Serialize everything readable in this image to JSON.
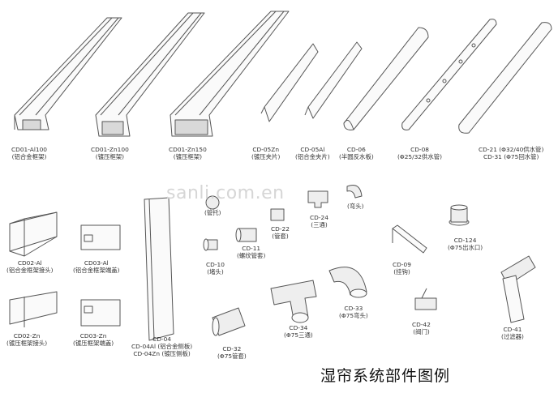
{
  "caption": "湿帘系统部件图例",
  "watermark": "sanli.com.en",
  "parts": [
    {
      "id": "cd01al",
      "code": "CD01-Al100",
      "desc": "(铝合金框架)"
    },
    {
      "id": "cd01zn100",
      "code": "CD01-Zn100",
      "desc": "(镀压框架)"
    },
    {
      "id": "cd01zn150",
      "code": "CD01-Zn150",
      "desc": "(镀压框架)"
    },
    {
      "id": "cd05zn",
      "code": "CD-05Zn",
      "desc": "(镀压夹片)"
    },
    {
      "id": "cd05al",
      "code": "CD-05Al",
      "desc": "(铝合金夹片)"
    },
    {
      "id": "cd06",
      "code": "CD-06",
      "desc": "(半圆反水板)"
    },
    {
      "id": "cd08",
      "code": "CD-08",
      "desc": "(Φ25/32供水管)"
    },
    {
      "id": "cd21",
      "code": "CD-21 (Φ32/40供水管)",
      "desc": "CD-31 (Φ75回水管)"
    },
    {
      "id": "cd02al",
      "code": "CD02-Al",
      "desc": "(铝合金框架接头)"
    },
    {
      "id": "cd03al",
      "code": "CD03-Al",
      "desc": "(铝合金框架端盖)"
    },
    {
      "id": "cd02zn",
      "code": "CD02-Zn",
      "desc": "(镀压框架接头)"
    },
    {
      "id": "cd03zn",
      "code": "CD03-Zn",
      "desc": "(镀压框架端盖)"
    },
    {
      "id": "cd04",
      "code": "CD-04",
      "desc": "CD-04Al (铝合金侧板)",
      "desc2": "CD-04Zn (镀压侧板)"
    },
    {
      "id": "cd_tt",
      "code": "",
      "desc": "(管托)"
    },
    {
      "id": "cd10",
      "code": "CD-10",
      "desc": "(堵头)"
    },
    {
      "id": "cd11",
      "code": "CD-11",
      "desc": "(螺纹管套)"
    },
    {
      "id": "cd22",
      "code": "CD-22",
      "desc": "(管套)"
    },
    {
      "id": "cd24",
      "code": "CD-24",
      "desc": "(三通)"
    },
    {
      "id": "cd_wt",
      "code": "",
      "desc": "(弯头)"
    },
    {
      "id": "cd09",
      "code": "CD-09",
      "desc": "(挂钩)"
    },
    {
      "id": "cd124",
      "code": "CD-124",
      "desc": "(Φ75出水口)"
    },
    {
      "id": "cd34",
      "code": "CD-34",
      "desc": "(Φ75三通)"
    },
    {
      "id": "cd33",
      "code": "CD-33",
      "desc": "(Φ75弯头)"
    },
    {
      "id": "cd42",
      "code": "CD-42",
      "desc": "(阀门)"
    },
    {
      "id": "cd41",
      "code": "CD-41",
      "desc": "(过滤器)"
    },
    {
      "id": "cd32",
      "code": "CD-32",
      "desc": "(Φ75管套)"
    }
  ]
}
